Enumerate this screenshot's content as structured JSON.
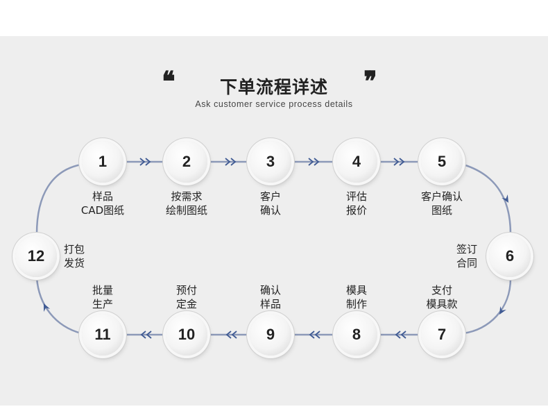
{
  "header": {
    "title": "下单流程详述",
    "subtitle": "Ask customer service process details",
    "quote_left": "❛❛",
    "quote_right": "❜❜"
  },
  "steps": [
    {
      "number": "1",
      "label_lines": [
        "样品",
        "CAD图纸"
      ]
    },
    {
      "number": "2",
      "label_lines": [
        "按需求",
        "绘制图纸"
      ]
    },
    {
      "number": "3",
      "label_lines": [
        "客户",
        "确认"
      ]
    },
    {
      "number": "4",
      "label_lines": [
        "评估",
        "报价"
      ]
    },
    {
      "number": "5",
      "label_lines": [
        "客户确认",
        "图纸"
      ]
    },
    {
      "number": "6",
      "label_lines": [
        "签订",
        "合同"
      ]
    },
    {
      "number": "7",
      "label_lines": [
        "支付",
        "模具款"
      ]
    },
    {
      "number": "8",
      "label_lines": [
        "模具",
        "制作"
      ]
    },
    {
      "number": "9",
      "label_lines": [
        "确认",
        "样品"
      ]
    },
    {
      "number": "10",
      "label_lines": [
        "预付",
        "定金"
      ]
    },
    {
      "number": "11",
      "label_lines": [
        "批量",
        "生产"
      ]
    },
    {
      "number": "12",
      "label_lines": [
        "打包",
        "发货"
      ]
    }
  ],
  "colors": {
    "line": "#8c99b8",
    "arrow": "#3f5a93",
    "panel": "#eeeeee"
  }
}
